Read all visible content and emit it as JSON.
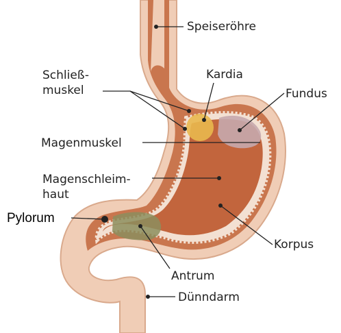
{
  "labels": {
    "speiseroehre": "Speiseröhre",
    "schliess_line1": "Schließ-",
    "schliess_line2": "muskel",
    "kardia": "Kardia",
    "fundus": "Fundus",
    "magenmuskel": "Magenmuskel",
    "magenschleimhaut_line1": "Magenschleim-",
    "magenschleimhaut_line2": "haut",
    "pylorum": "Pylorum",
    "korpus": "Korpus",
    "antrum": "Antrum",
    "duenndarm": "Dünndarm"
  },
  "colors": {
    "outer_wall": "#f0cdb6",
    "outer_edge": "#d9a98c",
    "muscle_layer": "#c9764e",
    "mucosa_fold": "#f3e0d2",
    "interior": "#c2653d",
    "kardia_region": "#e9b84e",
    "fundus_region": "#c7a9ad",
    "antrum_region": "#8c8e5e",
    "leader_line": "#222222"
  }
}
